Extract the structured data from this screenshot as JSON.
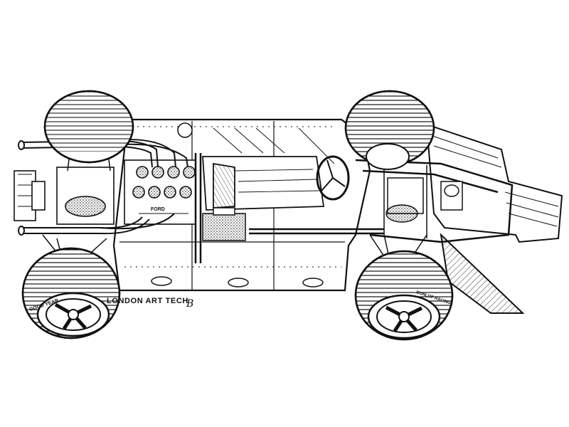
{
  "illustration": {
    "caption": "LONDON ART TECH",
    "signature": "B",
    "tyre_sidewall_text": "GOOD YEAR",
    "tyre_sidewall_text_alt": "DUNLOP RACING",
    "engine_text": "FORD"
  },
  "colors": {
    "ink": "#111111",
    "paper": "#ffffff"
  }
}
